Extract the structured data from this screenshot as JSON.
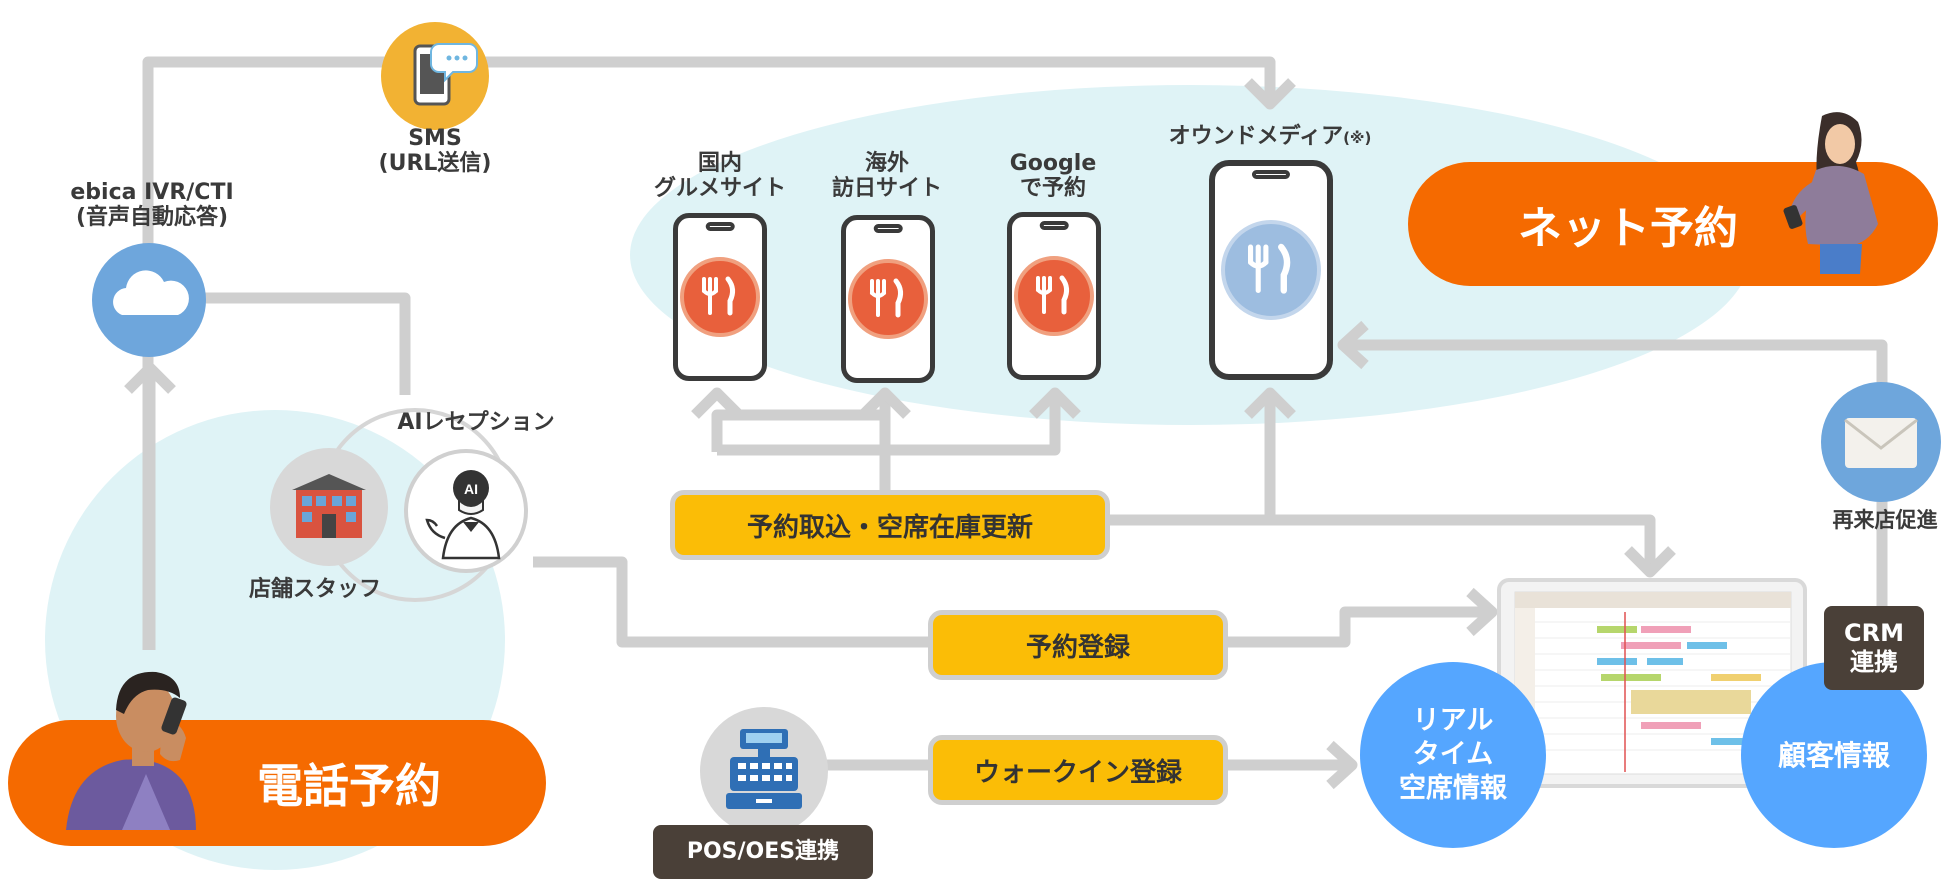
{
  "labels": {
    "sms": "SMS",
    "sms_sub": "(URL送信)",
    "ivr": "ebica IVR/CTI",
    "ivr_sub": "(音声自動応答)",
    "domestic_1": "国内",
    "domestic_2": "グルメサイト",
    "overseas_1": "海外",
    "overseas_2": "訪日サイト",
    "google_1": "Google",
    "google_2": "で予約",
    "owned_media": "オウンドメディア",
    "owned_media_note": "(※)",
    "ai_reception": "AIレセプション",
    "store_staff": "店舗スタッフ",
    "revisit": "再来店促進",
    "crm_1": "CRM",
    "crm_2": "連携",
    "pos": "POS/OES連携",
    "ai_badge": "AI"
  },
  "pills": {
    "net_reservation": "ネット予約",
    "phone_reservation": "電話予約"
  },
  "boxes": {
    "import_update": "予約取込・空席在庫更新",
    "reservation_register": "予約登録",
    "walkin_register": "ウォークイン登録"
  },
  "circles": {
    "realtime_1": "リアル",
    "realtime_2": "タイム",
    "realtime_3": "空席情報",
    "customer_info": "顧客情報"
  },
  "colors": {
    "orange": "#f56a00",
    "yellow": "#fbbd06",
    "blue": "#55a6ff",
    "light_cyan": "#dff3f6",
    "line_grey": "#cfcfcf",
    "plate_orange": "#e8603c",
    "plate_blue": "#9dbde0",
    "dark_box": "#4a4038"
  },
  "icons": [
    "smartphone-sms-icon",
    "cloud-icon",
    "building-icon",
    "ai-robot-icon",
    "cash-register-icon",
    "envelope-icon",
    "fork-knife-icon",
    "person-phone-icon",
    "person-smartphone-icon",
    "tablet-screen-icon"
  ]
}
